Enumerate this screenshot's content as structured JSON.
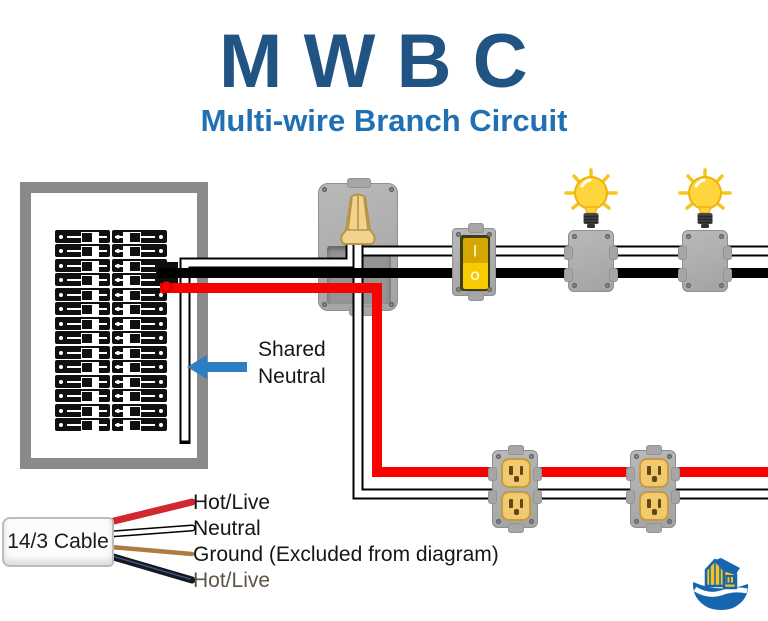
{
  "header": {
    "title": "MWBC",
    "subtitle": "Multi-wire Branch Circuit"
  },
  "annotations": {
    "shared_neutral_line1": "Shared",
    "shared_neutral_line2": "Neutral"
  },
  "switch": {
    "on_symbol": "|",
    "off_symbol": "O"
  },
  "panel": {
    "breaker_pairs": 7,
    "columns": 2
  },
  "legend": {
    "cable_label": "14/3 Cable",
    "wires": [
      {
        "label": "Hot/Live",
        "color": "#d2272e"
      },
      {
        "label": "Neutral",
        "color": "#ffffff"
      },
      {
        "label": "Ground (Excluded from diagram)",
        "color": "#b07b42"
      },
      {
        "label": "Hot/Live",
        "color": "#17171f"
      }
    ]
  },
  "colors": {
    "title": "#215483",
    "subtitle": "#2170b4",
    "hot_black_wire": "#000000",
    "hot_red_wire": "#f60300",
    "neutral_wire": "#ffffff",
    "arrow_blue": "#2d7fc2",
    "device_yellow": "#f8ca00",
    "bulb_yellow": "#ffd53e",
    "box_gray": "#ababab"
  }
}
